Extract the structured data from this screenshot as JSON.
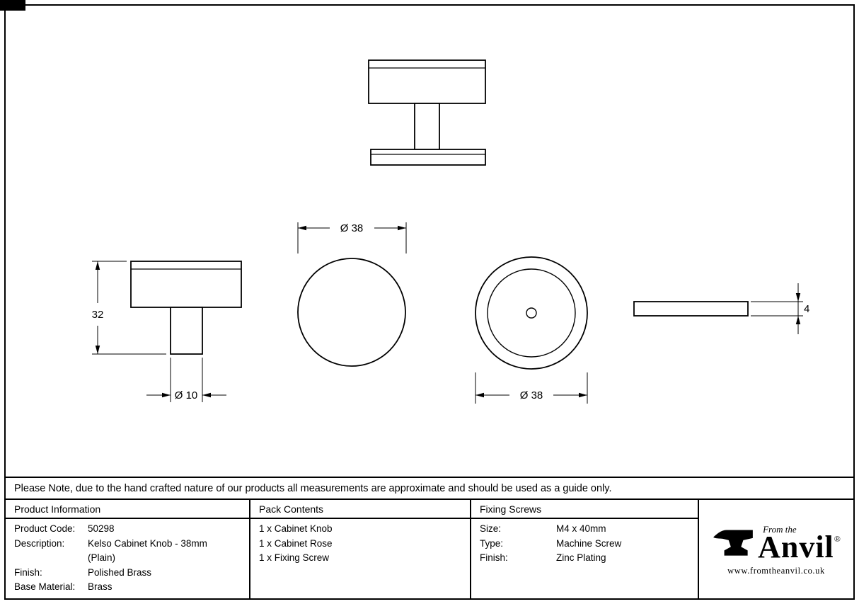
{
  "drawing": {
    "dim_knob_height": "32",
    "dim_stem_dia": "Ø 10",
    "dim_knob_dia": "Ø 38",
    "dim_rose_dia": "Ø 38",
    "dim_rose_thickness": "4"
  },
  "note": "Please Note, due to the hand crafted nature of our products all measurements are approximate and should be used as a guide only.",
  "table": {
    "product_info": {
      "header": "Product Information",
      "rows": [
        {
          "label": "Product Code:",
          "value": "50298"
        },
        {
          "label": "Description:",
          "value": "Kelso Cabinet Knob - 38mm"
        },
        {
          "label": "",
          "value": "(Plain)"
        },
        {
          "label": "Finish:",
          "value": "Polished Brass"
        },
        {
          "label": "Base Material:",
          "value": "Brass"
        }
      ]
    },
    "pack_contents": {
      "header": "Pack Contents",
      "items": [
        "1 x Cabinet Knob",
        "1 x Cabinet Rose",
        "1 x Fixing Screw"
      ]
    },
    "fixing_screws": {
      "header": "Fixing Screws",
      "rows": [
        {
          "label": "Size:",
          "value": "M4 x 40mm"
        },
        {
          "label": "Type:",
          "value": "Machine Screw"
        },
        {
          "label": "Finish:",
          "value": "Zinc Plating"
        }
      ]
    }
  },
  "brand": {
    "tagline": "From the",
    "name": "Anvil",
    "registered": "®",
    "website": "www.fromtheanvil.co.uk"
  }
}
